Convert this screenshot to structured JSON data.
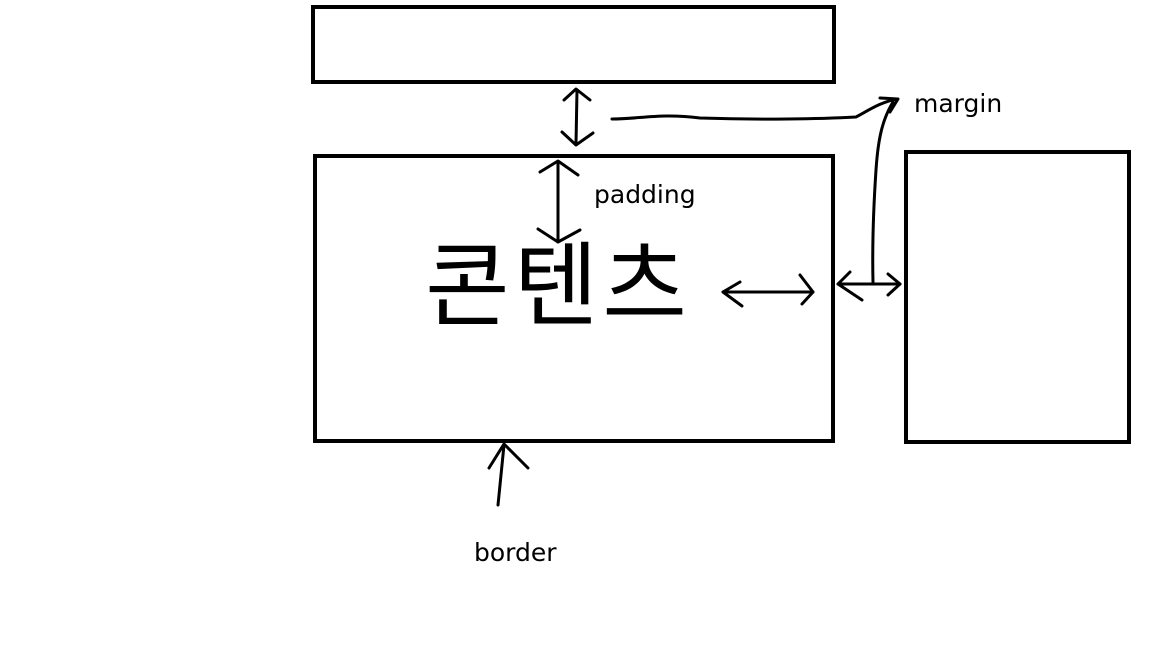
{
  "diagram": {
    "content_text": "콘텐츠",
    "labels": {
      "padding": "padding",
      "margin": "margin",
      "border": "border"
    },
    "colors": {
      "stroke": "#000000",
      "background": "#ffffff"
    }
  }
}
